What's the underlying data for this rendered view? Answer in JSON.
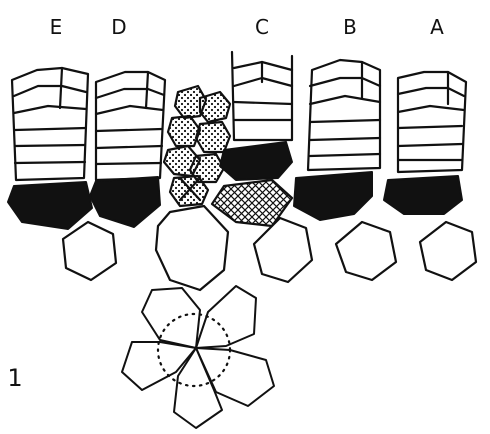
{
  "labels": {
    "e": "E",
    "d": "D",
    "c": "C",
    "b": "B",
    "a": "A",
    "figure_number": "1"
  }
}
